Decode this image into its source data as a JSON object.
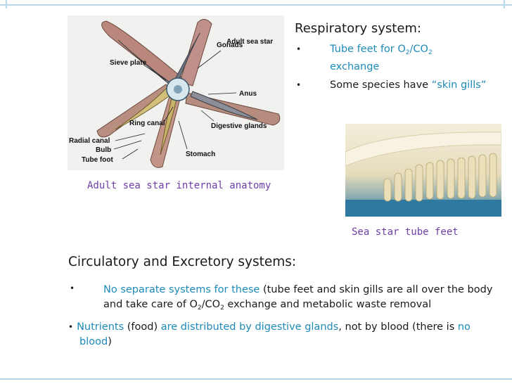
{
  "figure_star": {
    "labels": {
      "adult_sea_star": "Adult sea star",
      "gonads": "Gonads",
      "sieve_plate": "Sieve plate",
      "anus": "Anus",
      "ring_canal": "Ring canal",
      "digestive_glands": "Digestive glands",
      "radial_canal": "Radial canal",
      "bulb": "Bulb",
      "tube_foot": "Tube foot",
      "stomach": "Stomach"
    },
    "caption": "Adult sea star internal anatomy"
  },
  "figure_feet": {
    "caption": "Sea star tube feet"
  },
  "respiratory": {
    "title": "Respiratory system:",
    "bullet1": {
      "part1": "Tube feet for O",
      "sub1": "2",
      "part2": "/CO",
      "sub2": "2",
      "part3": "exchange"
    },
    "bullet2": {
      "plain": "Some species have ",
      "highlight": "“skin gills”"
    }
  },
  "circulatory": {
    "title": "Circulatory and Excretory systems:",
    "bullet1": {
      "highlight": "No separate systems for these",
      "text1": " (tube feet and skin gills are all over the body and take care of O",
      "sub1": "2",
      "text2": "/CO",
      "sub2": "2",
      "text3": " exchange and metabolic waste removal"
    },
    "bullet2": {
      "h1": "Nutrients",
      "t1": " (food) ",
      "h2": "are distributed by digestive glands",
      "t2": ", not by blood (there is ",
      "h3": "no blood",
      "t3": ")"
    }
  },
  "colors": {
    "accent": "#1e8ab8",
    "caption": "#6e3ea8",
    "rule": "#b9d8e8"
  }
}
